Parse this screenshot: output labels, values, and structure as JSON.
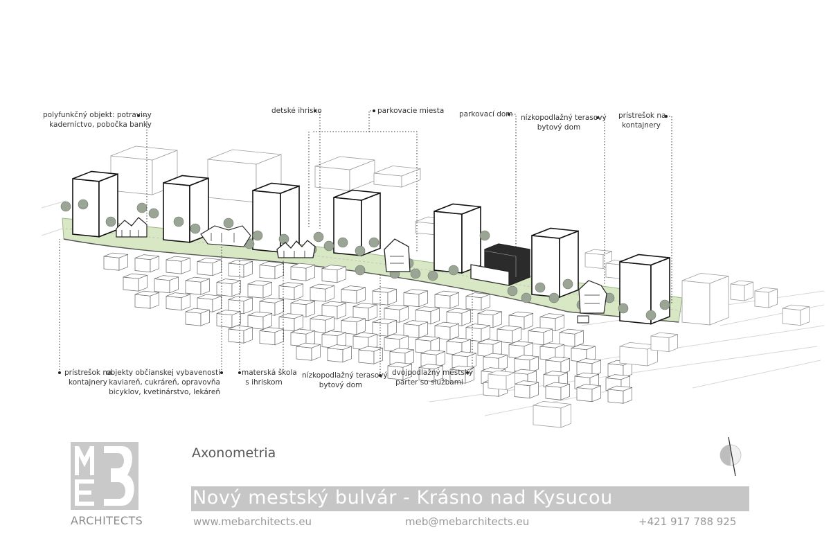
{
  "labels": {
    "polyfunkcny": [
      "polyfunkčný objekt: potraviny",
      "kaderníctvo, pobočka banky"
    ],
    "detske": [
      "detské ihrisko"
    ],
    "parkovacie": [
      "parkovacie miesta"
    ],
    "parkovaci_dom": [
      "parkovací dom"
    ],
    "terasovy_top": [
      "nízkopodlažný terasový",
      "bytový dom"
    ],
    "pristresok_top": [
      "prístrešok na",
      "kontajnery"
    ],
    "pristresok_bottom": [
      "prístrešok na",
      "kontajnery"
    ],
    "obcianska": [
      "objekty občianskej vybavenosti",
      "kaviareň, cukráreň, opravovňa",
      "bicyklov, kvetinárstvo, lekáreň"
    ],
    "materska": [
      "materská škola",
      "s ihriskom"
    ],
    "terasovy_bottom": [
      "nízkopodlažný terasový",
      "bytový dom"
    ],
    "dvojpodlazny": [
      "dvojpodlažný mestský",
      "parter so službami"
    ]
  },
  "caption": "Axonometria",
  "banner": "Nový mestský bulvár - Krásno nad Kysucou",
  "contact": {
    "web": "www.mebarchitects.eu",
    "email": "meb@mebarchitects.eu",
    "phone": "+421 917 788 925"
  },
  "brand": {
    "logo_letters": "MEB",
    "name": "ARCHITECTS"
  },
  "colors": {
    "green_strip": "#d9e8c4",
    "tree": "#8f9a8a",
    "banner": "#c6c6c6",
    "logo": "#c9c9c9"
  }
}
